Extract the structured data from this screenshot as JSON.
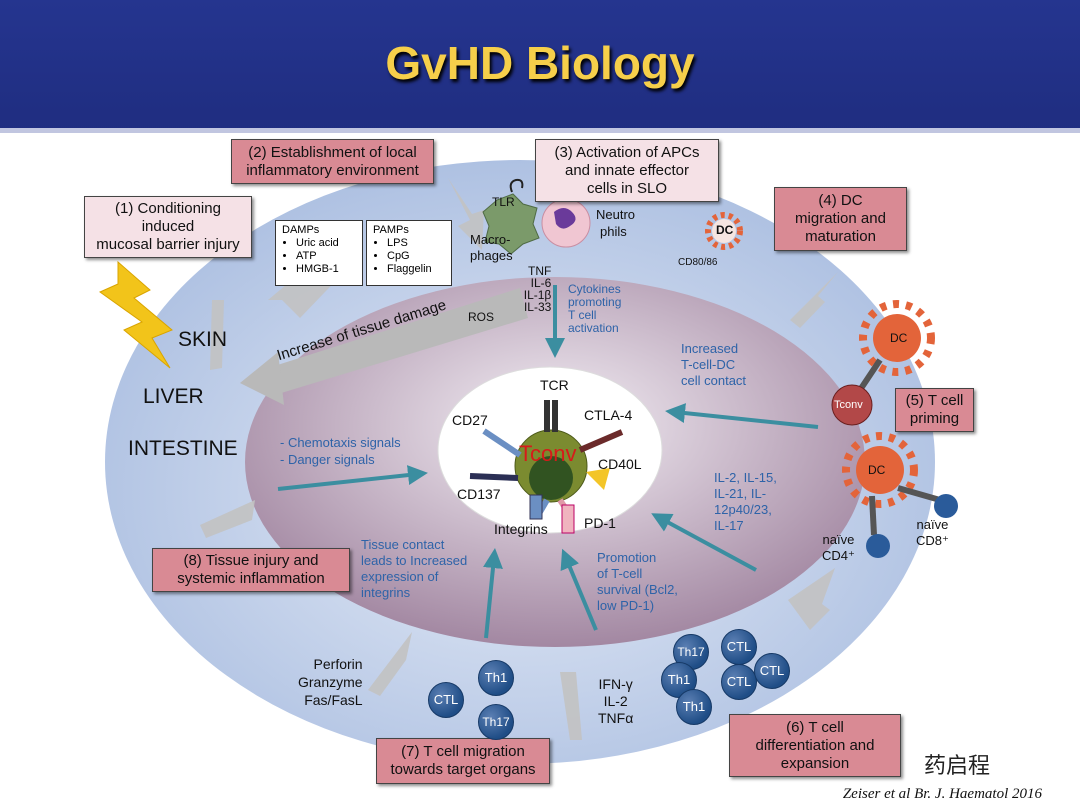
{
  "title": "GvHD Biology",
  "steps": {
    "s1": [
      "(1) Conditioning",
      "induced",
      "mucosal barrier injury"
    ],
    "s2": [
      "(2) Establishment of local",
      "inflammatory environment"
    ],
    "s3": [
      "(3) Activation of APCs",
      "and innate effector",
      "cells in SLO"
    ],
    "s4": [
      "(4) DC",
      "migration and",
      "maturation"
    ],
    "s5": [
      "(5) T cell",
      "priming"
    ],
    "s6": [
      "(6) T cell",
      "differentiation and",
      "expansion"
    ],
    "s7": [
      "(7) T cell migration",
      "towards target organs"
    ],
    "s8": [
      "(8) Tissue injury and",
      "systemic inflammation"
    ]
  },
  "organs": [
    "SKIN",
    "LIVER",
    "INTESTINE"
  ],
  "damps": {
    "title": "DAMPs",
    "items": [
      "Uric acid",
      "ATP",
      "HMGB-1"
    ]
  },
  "pamps": {
    "title": "PAMPs",
    "items": [
      "LPS",
      "CpG",
      "Flaggelin"
    ]
  },
  "labels": {
    "tlr": "TLR",
    "macrophages": [
      "Macro-",
      "phages"
    ],
    "neutrophils": [
      "Neutro",
      "phils"
    ],
    "cytokines": [
      "TNF",
      "IL-6",
      "IL-1β",
      "IL-33"
    ],
    "ros": "ROS",
    "cytokines_promoting": [
      "Cytokines",
      "promoting",
      "T cell",
      "activation"
    ],
    "tissue_damage": "Increase of tissue damage",
    "dc": "DC",
    "cd80": "CD80/86",
    "increased_contact": [
      "Increased",
      "T-cell-DC",
      "cell contact"
    ],
    "tconv": "Tconv",
    "tcr": "TCR",
    "ctla4": "CTLA-4",
    "cd27": "CD27",
    "cd40l": "CD40L",
    "cd137": "CD137",
    "integrins": "Integrins",
    "pd1": "PD-1",
    "chemotaxis": [
      "- Chemotaxis signals",
      "- Danger signals"
    ],
    "il_list": [
      "IL-2, IL-15,",
      "IL-21, IL-",
      "12p40/23,",
      "IL-17"
    ],
    "naive_cd4": [
      "naïve",
      "CD4⁺"
    ],
    "naive_cd8": [
      "naïve",
      "CD8⁺"
    ],
    "tissue_contact": [
      "Tissue contact",
      "leads to Increased",
      "expression of",
      "integrins"
    ],
    "promotion": [
      "Promotion",
      "of T-cell",
      "survival (Bcl2,",
      "low PD-1)"
    ],
    "perforin": [
      "Perforin",
      "Granzyme",
      "Fas/FasL"
    ],
    "ifn": [
      "IFN-γ",
      "IL-2",
      "TNFα"
    ],
    "ctl": "CTL",
    "th1": "Th1",
    "th17": "Th17"
  },
  "footer": "Zeiser et al Br. J. Haematol 2016",
  "watermark": "药启程",
  "colors": {
    "header": "#25358f",
    "title": "#f6cf4a",
    "arrow": "#3b8ea0",
    "red_box": "#d98a94",
    "pink_box": "#f5e1e6",
    "dc": "#e3643a"
  }
}
